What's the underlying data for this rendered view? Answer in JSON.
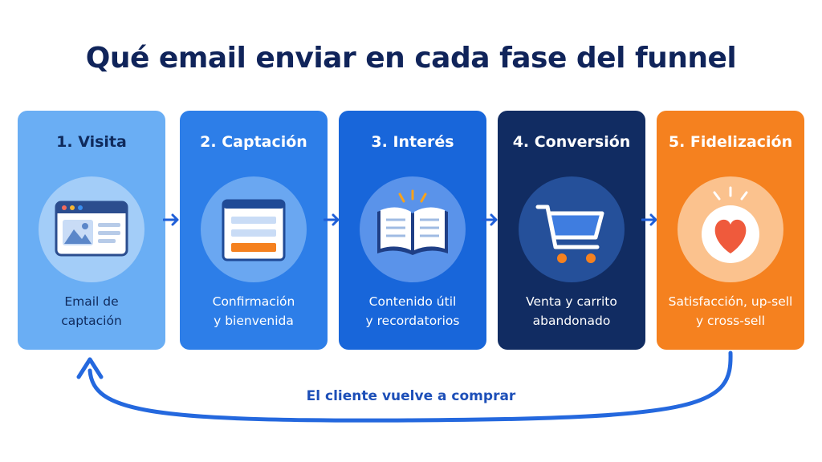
{
  "title": "Qué email enviar en cada fase del funnel",
  "stages": [
    {
      "heading": "1. Visita",
      "desc": [
        "Email de",
        "captación"
      ],
      "icon": "browser-window-icon",
      "bg": "#6aaef4",
      "heading_color": "#0f2a5c",
      "desc_color": "#0f2a5c",
      "circle": "#a3cdf8"
    },
    {
      "heading": "2. Captación",
      "desc": [
        "Confirmación",
        "y bienvenida"
      ],
      "icon": "signup-form-icon",
      "bg": "#2d7ee8",
      "heading_color": "#ffffff",
      "desc_color": "#ffffff",
      "circle": "#6aa7f1"
    },
    {
      "heading": "3. Interés",
      "desc": [
        "Contenido útil",
        "y recordatorios"
      ],
      "icon": "open-book-icon",
      "bg": "#1866da",
      "heading_color": "#ffffff",
      "desc_color": "#ffffff",
      "circle": "#5a93ea"
    },
    {
      "heading": "4. Conversión",
      "desc": [
        "Venta y carrito",
        "abandonado"
      ],
      "icon": "shopping-cart-icon",
      "bg": "#112c62",
      "heading_color": "#ffffff",
      "desc_color": "#ffffff",
      "circle": "#25509a"
    },
    {
      "heading": "5. Fidelización",
      "desc": [
        "Satisfacción, up-sell",
        "y cross-sell"
      ],
      "icon": "heart-icon",
      "bg": "#f5811f",
      "heading_color": "#ffffff",
      "desc_color": "#ffffff",
      "circle": "#fbc28e"
    }
  ],
  "loop_label": "El cliente vuelve a comprar",
  "colors": {
    "title": "#10245a",
    "arrow": "#1f5fd8",
    "loop": "#2468de"
  }
}
